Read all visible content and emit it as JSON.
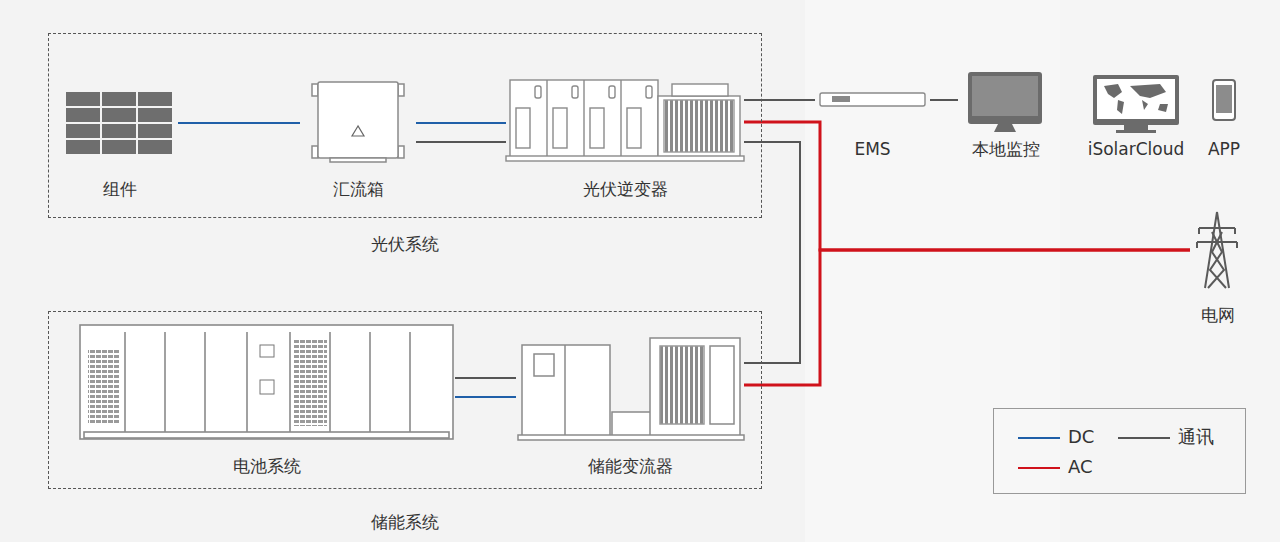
{
  "diagram": {
    "nodes": [
      {
        "text": [
          "光伏系统"
        ]
      },
      {
        "text": [
          "组件"
        ],
        "in": 0
      },
      {
        "text": [
          "汇流箱"
        ],
        "in": 0
      },
      {
        "text": [
          "光伏逆变器"
        ],
        "in": 0
      },
      {
        "text": [
          "储能系统"
        ]
      },
      {
        "text": [
          "电池系统"
        ],
        "in": 4
      },
      {
        "text": [
          "储能变流器"
        ],
        "in": 4
      },
      {
        "text": [
          "EMS"
        ]
      },
      {
        "text": [
          "本地监控"
        ]
      },
      {
        "text": [
          "iSolarCloud"
        ]
      },
      {
        "text": [
          "APP"
        ]
      },
      {
        "text": [
          "电网"
        ]
      }
    ],
    "edges": [
      {
        "from": 1,
        "to": 2,
        "arrow": "none"
      },
      {
        "from": 2,
        "to": 3,
        "arrow": "none"
      },
      {
        "from": 2,
        "to": 3,
        "arrow": "none"
      },
      {
        "from": 3,
        "to": 7,
        "arrow": "none"
      },
      {
        "from": 7,
        "to": 8,
        "arrow": "none"
      },
      {
        "from": 3,
        "to": 11,
        "arrow": "none"
      },
      {
        "from": 6,
        "to": 11,
        "arrow": "none"
      },
      {
        "from": 6,
        "to": 3,
        "arrow": "none"
      },
      {
        "from": 5,
        "to": 6,
        "arrow": "none"
      },
      {
        "from": 5,
        "to": 6,
        "arrow": "none"
      }
    ],
    "legend": [
      {
        "text": "DC",
        "color": "#1f5fa8"
      },
      {
        "text": "通讯",
        "color": "#555555"
      },
      {
        "text": "AC",
        "color": "#d0121b"
      }
    ]
  }
}
